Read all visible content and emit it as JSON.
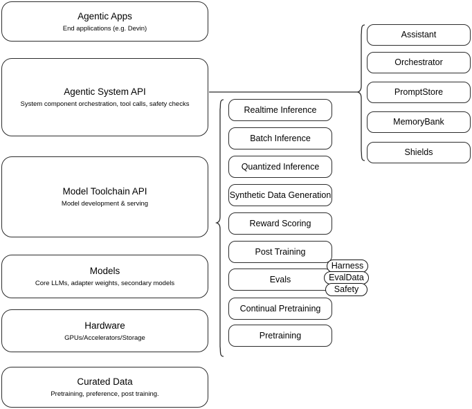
{
  "diagram": {
    "title": "Agentic stack layers",
    "stroke_color": "#2b2b2b",
    "background_color": "#ffffff"
  },
  "layers": [
    {
      "id": "agentic-apps",
      "title": "Agentic Apps",
      "subtitle": "End applications (e.g. Devin)"
    },
    {
      "id": "agentic-system-api",
      "title": "Agentic System API",
      "subtitle": "System component orchestration, tool calls, safety checks"
    },
    {
      "id": "model-toolchain-api",
      "title": "Model Toolchain API",
      "subtitle": "Model development & serving"
    },
    {
      "id": "models",
      "title": "Models",
      "subtitle": "Core LLMs, adapter weights, secondary models"
    },
    {
      "id": "hardware",
      "title": "Hardware",
      "subtitle": "GPUs/Accelerators/Storage"
    },
    {
      "id": "curated-data",
      "title": "Curated Data",
      "subtitle": "Pretraining, preference, post training."
    }
  ],
  "toolchain_capabilities": [
    {
      "id": "realtime-inference",
      "label": "Realtime Inference"
    },
    {
      "id": "batch-inference",
      "label": "Batch Inference"
    },
    {
      "id": "quantized-inference",
      "label": "Quantized Inference"
    },
    {
      "id": "synthetic-data-generation",
      "label": "Synthetic Data Generation"
    },
    {
      "id": "reward-scoring",
      "label": "Reward Scoring"
    },
    {
      "id": "post-training",
      "label": "Post Training"
    },
    {
      "id": "evals",
      "label": "Evals"
    },
    {
      "id": "continual-pretraining",
      "label": "Continual Pretraining"
    },
    {
      "id": "pretraining",
      "label": "Pretraining"
    }
  ],
  "eval_tags": [
    {
      "id": "harness",
      "label": "Harness"
    },
    {
      "id": "evaldata",
      "label": "EvalData"
    },
    {
      "id": "safety",
      "label": "Safety"
    }
  ],
  "system_components": [
    {
      "id": "assistant",
      "label": "Assistant"
    },
    {
      "id": "orchestrator",
      "label": "Orchestrator"
    },
    {
      "id": "promptstore",
      "label": "PromptStore"
    },
    {
      "id": "memorybank",
      "label": "MemoryBank"
    },
    {
      "id": "shields",
      "label": "Shields"
    }
  ]
}
